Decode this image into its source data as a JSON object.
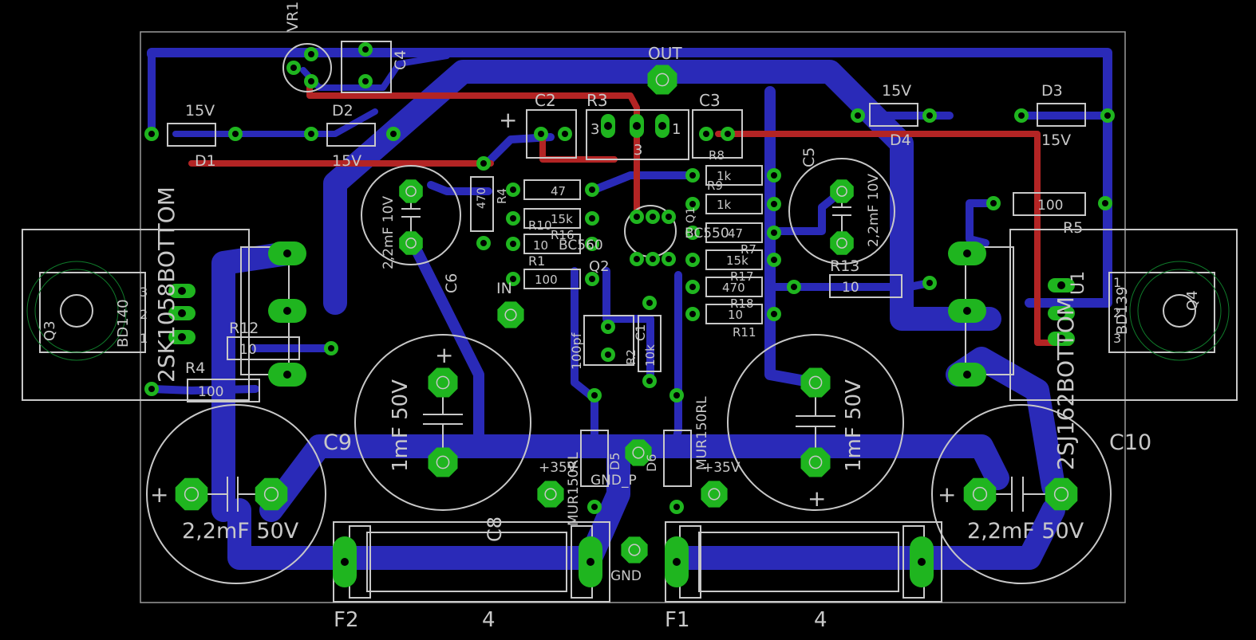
{
  "board": {
    "background": "#000000",
    "colors": {
      "bottom_copper": "#2a2ab8",
      "top_copper": "#b32424",
      "pads": "#1fb51f",
      "silkscreen": "#c8c8c8"
    }
  },
  "labels": {
    "vr1": "VR1",
    "c4": "C4",
    "out": "OUT",
    "c2": "C2",
    "r3": "R3",
    "c3": "C3",
    "d1_val": "15V",
    "d1": "D1",
    "d2": "D2",
    "d2_val": "15V",
    "d3": "D3",
    "d3_val": "15V",
    "d4": "D4",
    "d4_val": "15V",
    "r4": "R4",
    "r4_val": "470",
    "r4b": "R4",
    "r4b_val": "100",
    "c6": "C6",
    "c6_val": "2,2mF 10V",
    "c5": "C5",
    "c5_val": "2,2mF 10V",
    "r8": "R8",
    "r9": "R9",
    "r9_val": "1k",
    "r8_val": "1k",
    "r6_val": "47",
    "r10": "R10",
    "r16": "R16",
    "r16_val": "15k",
    "r1": "R1",
    "r1_val": "100",
    "r10_val": "10",
    "q2": "Q2",
    "q1": "Q1",
    "q1_type": "BC550",
    "q2_type": "BC560",
    "r7": "R7",
    "r7_val": "47",
    "r15_val": "15k",
    "r17": "R17",
    "r13": "R13",
    "r13_val": "10",
    "r18": "R18",
    "r18_val": "470",
    "r11": "R11",
    "r11_val": "10",
    "r5": "R5",
    "r5_val": "100",
    "r12": "R12",
    "r12_val": "10",
    "in": "IN",
    "c1": "C1",
    "c1_val": "100pf",
    "r2": "R2",
    "r2_val": "10k",
    "q3": "Q3",
    "q3_type": "BD140",
    "q4": "Q4",
    "q4_type": "BD139",
    "ic_left": "2SK1058BOTTOM",
    "ic_right": "2SJ162BOTTOM",
    "u1": "U1",
    "c9": "C9",
    "c9_val": "2,2mF 50V",
    "c10": "C10",
    "c10_val": "2,2mF 50V",
    "c7_val": "1mF 50V",
    "c11_val": "1mF 50V",
    "d5": "D5",
    "d5_type": "MUR150RL",
    "d6": "D6",
    "d6_type": "MUR150RL",
    "p35": "+35V",
    "m35": "+35V",
    "gnd_p": "GND_P",
    "gnd": "GND",
    "c8": "C8",
    "f2": "F2",
    "f2_val": "4",
    "f1": "F1",
    "f1_val": "4",
    "pin1": "1",
    "pin2": "2",
    "pin3": "3",
    "trim_pin1": "1",
    "trim_pin3": "3",
    "trim_wiper": "3"
  }
}
